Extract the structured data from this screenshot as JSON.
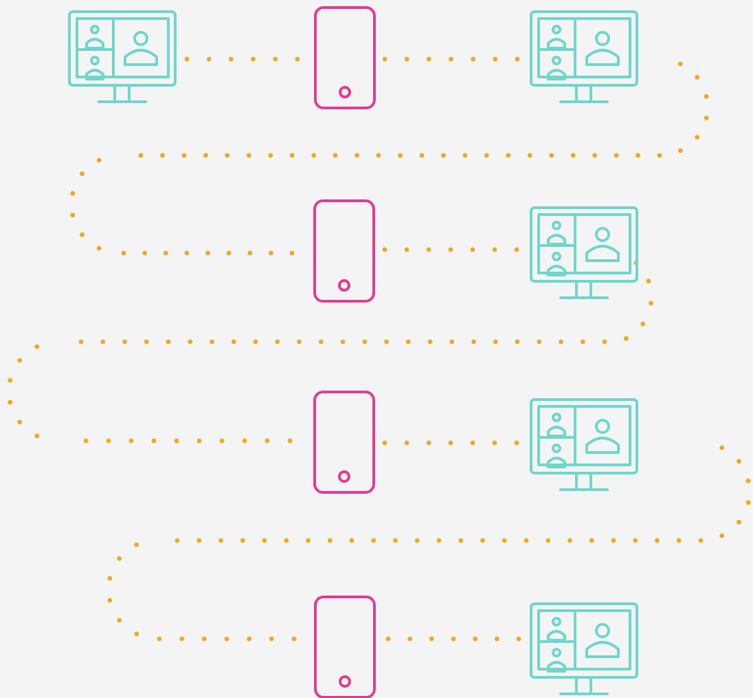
{
  "colors": {
    "background": "#f4f4f4",
    "monitor": "#6fd6cc",
    "phone": "#e33a94",
    "path_dots": "#f2a71b"
  },
  "icons": {
    "monitor": "video-call-monitor-icon",
    "phone": "smartphone-icon"
  },
  "diagram": {
    "rows": [
      {
        "nodes": [
          "monitor",
          "phone",
          "monitor"
        ]
      },
      {
        "nodes": [
          "phone",
          "monitor"
        ]
      },
      {
        "nodes": [
          "phone",
          "monitor"
        ]
      },
      {
        "nodes": [
          "phone",
          "monitor"
        ]
      }
    ]
  }
}
